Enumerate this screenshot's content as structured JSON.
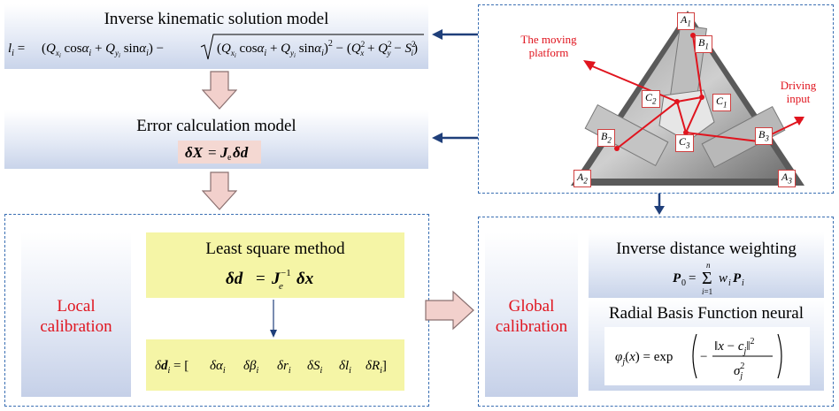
{
  "inverse_model": {
    "title": "Inverse kinematic solution model",
    "equation": "l_i = (Q_xi cos α_i + Q_yi sin α_i) − √((Q_xi cos α_i + Q_yi sin α_i)² − (Q_xi² + Q_yi² − S_i²))"
  },
  "error_model": {
    "title": "Error calculation model",
    "equation": "δX = J_e δd"
  },
  "local": {
    "label_line1": "Local",
    "label_line2": "calibration",
    "method_title": "Least square method",
    "method_equation": "δd = J_e⁻¹ δx",
    "param_equation": "δd_i = [δα_i  δβ_i  δr_i  δS_i  δl_i  δR_i]"
  },
  "global": {
    "label_line1": "Global",
    "label_line2": "calibration",
    "idw_title": "Inverse distance weighting",
    "idw_equation": "P_0 = Σ_{i=1}^{n} w_i P_i",
    "rbf_title": "Radial Basis Function neural",
    "rbf_equation": "φ_j(x) = exp(−‖x − c_j‖² / σ_j²)"
  },
  "photo": {
    "moving_platform_line1": "The moving",
    "moving_platform_line2": "platform",
    "driving_input_line1": "Driving",
    "driving_input_line2": "input",
    "point_labels": {
      "A1": "A",
      "A1_sub": "1",
      "B1": "B",
      "B1_sub": "1",
      "C1": "C",
      "C1_sub": "1",
      "A2": "A",
      "A2_sub": "2",
      "B2": "B",
      "B2_sub": "2",
      "C2": "C",
      "C2_sub": "2",
      "A3": "A",
      "A3_sub": "3",
      "B3": "B",
      "B3_sub": "3",
      "C3": "C",
      "C3_sub": "3"
    }
  },
  "colors": {
    "accent_red": "#e0141e",
    "dash_blue": "#3a6fb3",
    "arrow_navy": "#1f3f7a",
    "yellow_box": "#f5f5a6",
    "big_arrow_fill": "#f2d0cc"
  }
}
